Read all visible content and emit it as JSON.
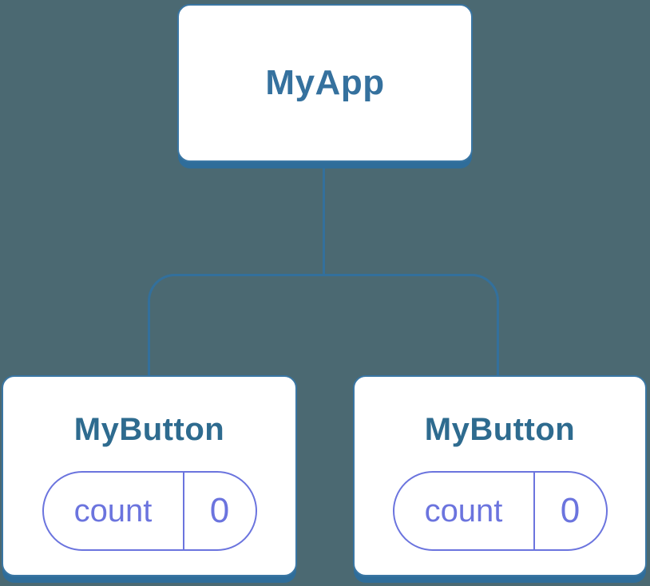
{
  "diagram": {
    "type": "component-tree",
    "root": {
      "label": "MyApp"
    },
    "children": [
      {
        "label": "MyButton",
        "state": {
          "name": "count",
          "value": "0"
        }
      },
      {
        "label": "MyButton",
        "state": {
          "name": "count",
          "value": "0"
        }
      }
    ]
  },
  "colors": {
    "background": "#4B6972",
    "node_fill": "#FFFFFF",
    "node_border": "#3A76A3",
    "node_edge_shadow": "#2F6D9A",
    "connector_line": "#33709C",
    "root_label_text": "#35719E",
    "child_label_text": "#2E6B8F",
    "state_accent": "#6B74DE"
  }
}
